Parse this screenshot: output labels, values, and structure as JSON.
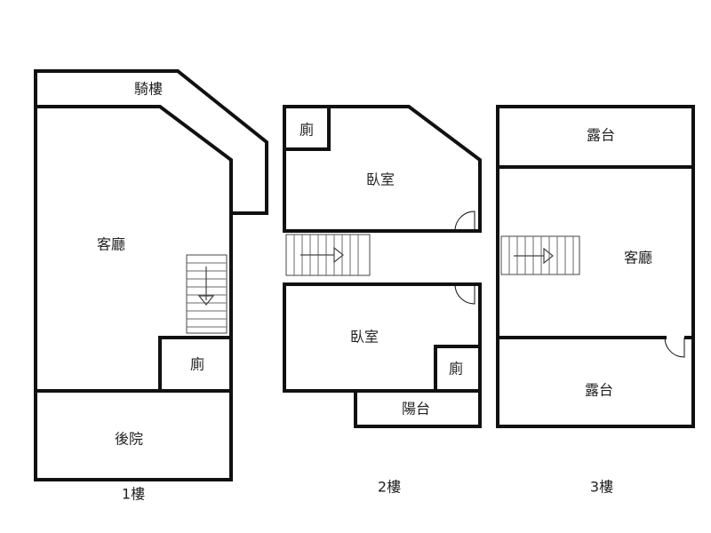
{
  "floor1": {
    "label": "1樓",
    "rooms": {
      "arcade": "騎樓",
      "living_room": "客廳",
      "toilet": "廁",
      "backyard": "後院"
    }
  },
  "floor2": {
    "label": "2樓",
    "rooms": {
      "toilet_top": "廁",
      "bedroom_top": "臥室",
      "bedroom_bottom": "臥室",
      "toilet_bottom": "廁",
      "balcony": "陽台"
    }
  },
  "floor3": {
    "label": "3樓",
    "rooms": {
      "terrace_top": "露台",
      "living_room": "客廳",
      "terrace_bottom": "露台"
    }
  },
  "colors": {
    "wall": "#111111",
    "stairs": "#444444",
    "background": "#ffffff"
  }
}
